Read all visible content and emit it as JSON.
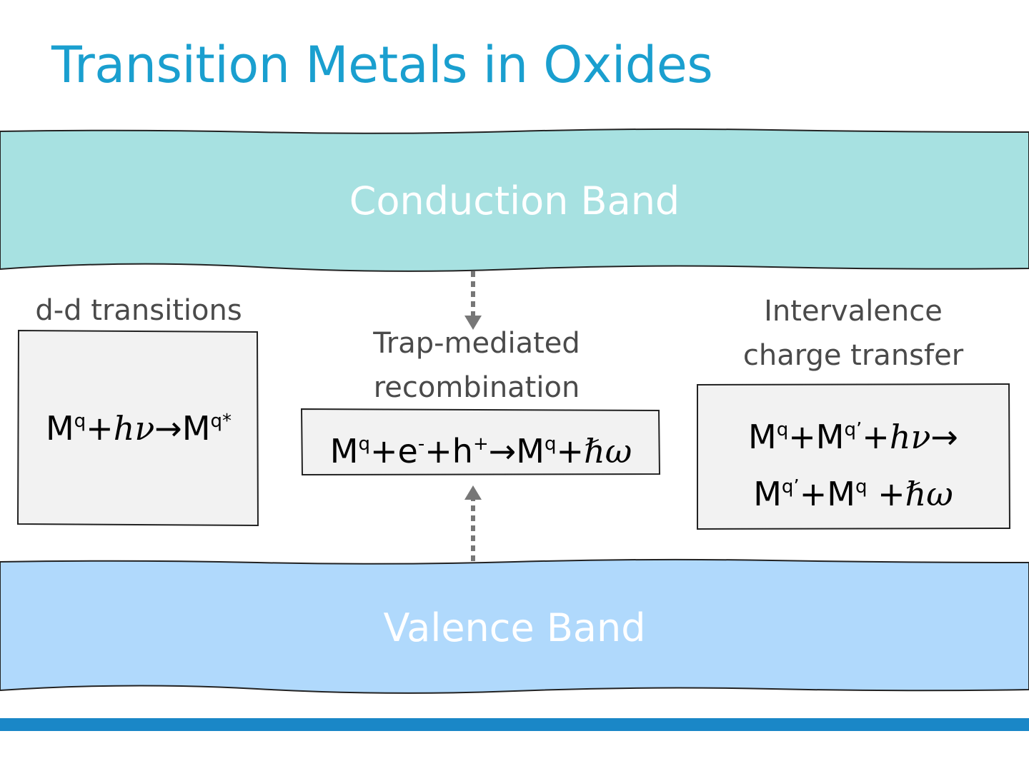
{
  "slide": {
    "title": "Transition Metals in Oxides"
  },
  "bands": {
    "conduction": "Conduction Band",
    "valence": "Valence Band"
  },
  "colors": {
    "title": "#1a9fcf",
    "conduction_band": "#a7e1e1",
    "valence_band": "#b0d9fc",
    "equation_box": "#f2f2f2",
    "arrow": "#777777",
    "footer_bar": "#1a87c7"
  },
  "panels": {
    "dd": {
      "label": "d-d transitions",
      "equation": {
        "m1": "M",
        "q1": "q",
        "plus": "+",
        "hv": "hν",
        "arrow": "→",
        "m2": "M",
        "q2": "q*"
      }
    },
    "trap": {
      "label_line1": "Trap-mediated",
      "label_line2": "recombination",
      "equation": {
        "m1": "M",
        "q1": "q",
        "p1": "+",
        "e": "e",
        "eminus": "-",
        "p2": "+",
        "h": "h",
        "hplus": "+",
        "arrow": "→",
        "m2": "M",
        "q2": "q",
        "p3": "+",
        "hw": "ℏω"
      }
    },
    "ivct": {
      "label_line1": "Intervalence",
      "label_line2": "charge transfer",
      "equation_line1": {
        "m1": "M",
        "q1": "q",
        "p1": "+",
        "m2": "M",
        "q2": "q’",
        "p2": "+",
        "hv": "hν",
        "arrow": "→"
      },
      "equation_line2": {
        "m1": "M",
        "q1": "q’",
        "p1": "+",
        "m2": "M",
        "q2": "q",
        "p2": " +",
        "hw": "ℏω"
      }
    }
  },
  "icons": [
    "dashed-down-arrow-icon",
    "dashed-up-arrow-icon"
  ]
}
